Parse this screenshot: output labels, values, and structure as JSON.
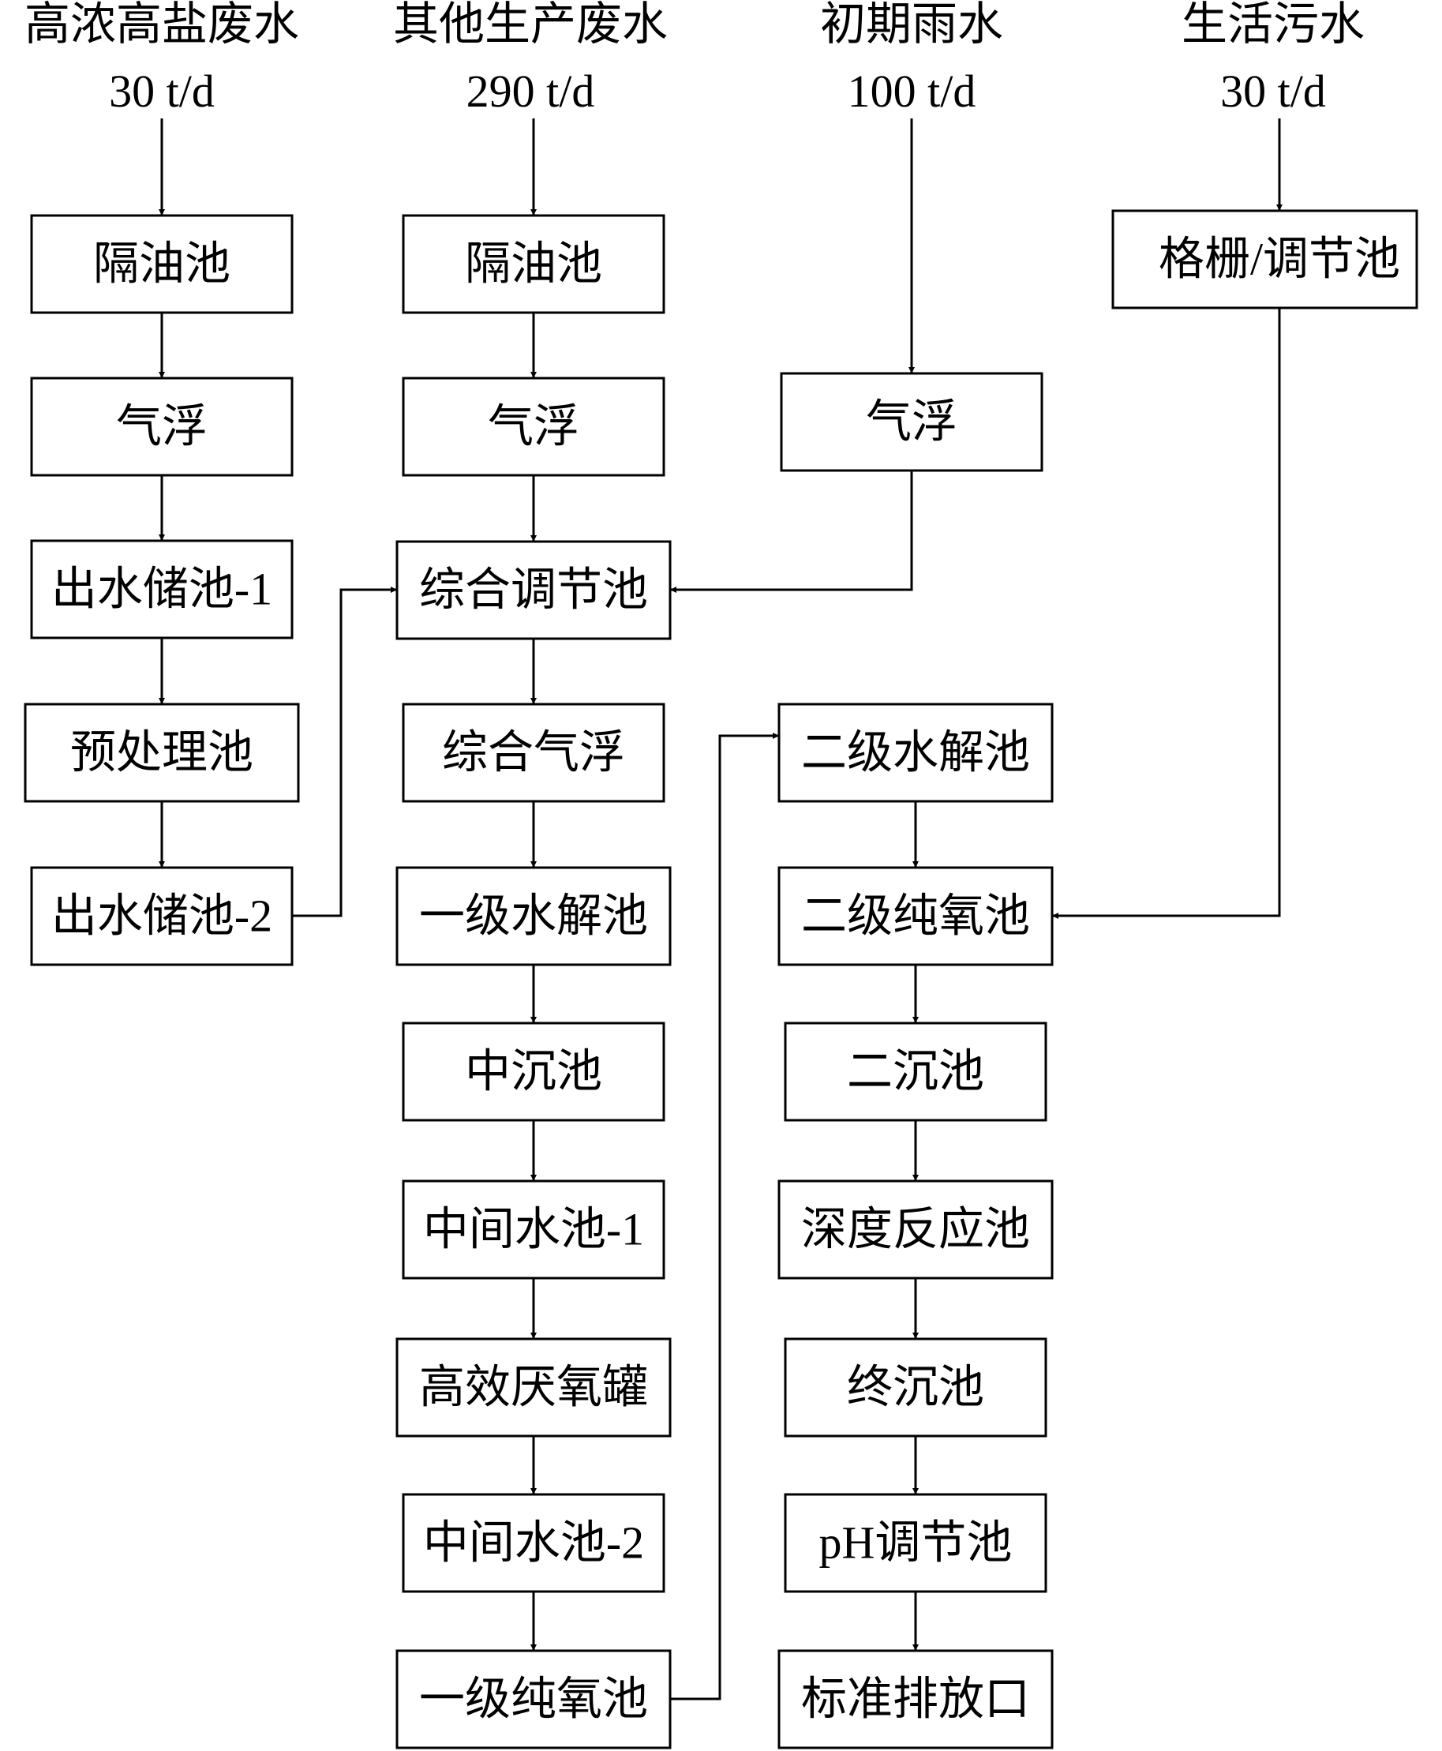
{
  "sources": [
    {
      "name": "高浓高盐废水",
      "flow": "30 t/d"
    },
    {
      "name": "其他生产废水",
      "flow": "290 t/d"
    },
    {
      "name": "初期雨水",
      "flow": "100 t/d"
    },
    {
      "name": "生活污水",
      "flow": "30 t/d"
    }
  ],
  "col1": [
    "隔油池",
    "气浮",
    "出水储池-1",
    "预处理池",
    "出水储池-2"
  ],
  "col2": [
    "隔油池",
    "气浮",
    "综合调节池",
    "综合气浮",
    "一级水解池",
    "中沉池",
    "中间水池-1",
    "高效厌氧罐",
    "中间水池-2",
    "一级纯氧池"
  ],
  "col3": [
    "气浮",
    "二级水解池",
    "二级纯氧池",
    "二沉池",
    "深度反应池",
    "终沉池",
    "pH调节池",
    "标准排放口"
  ],
  "col4": [
    "格栅/调节池"
  ]
}
